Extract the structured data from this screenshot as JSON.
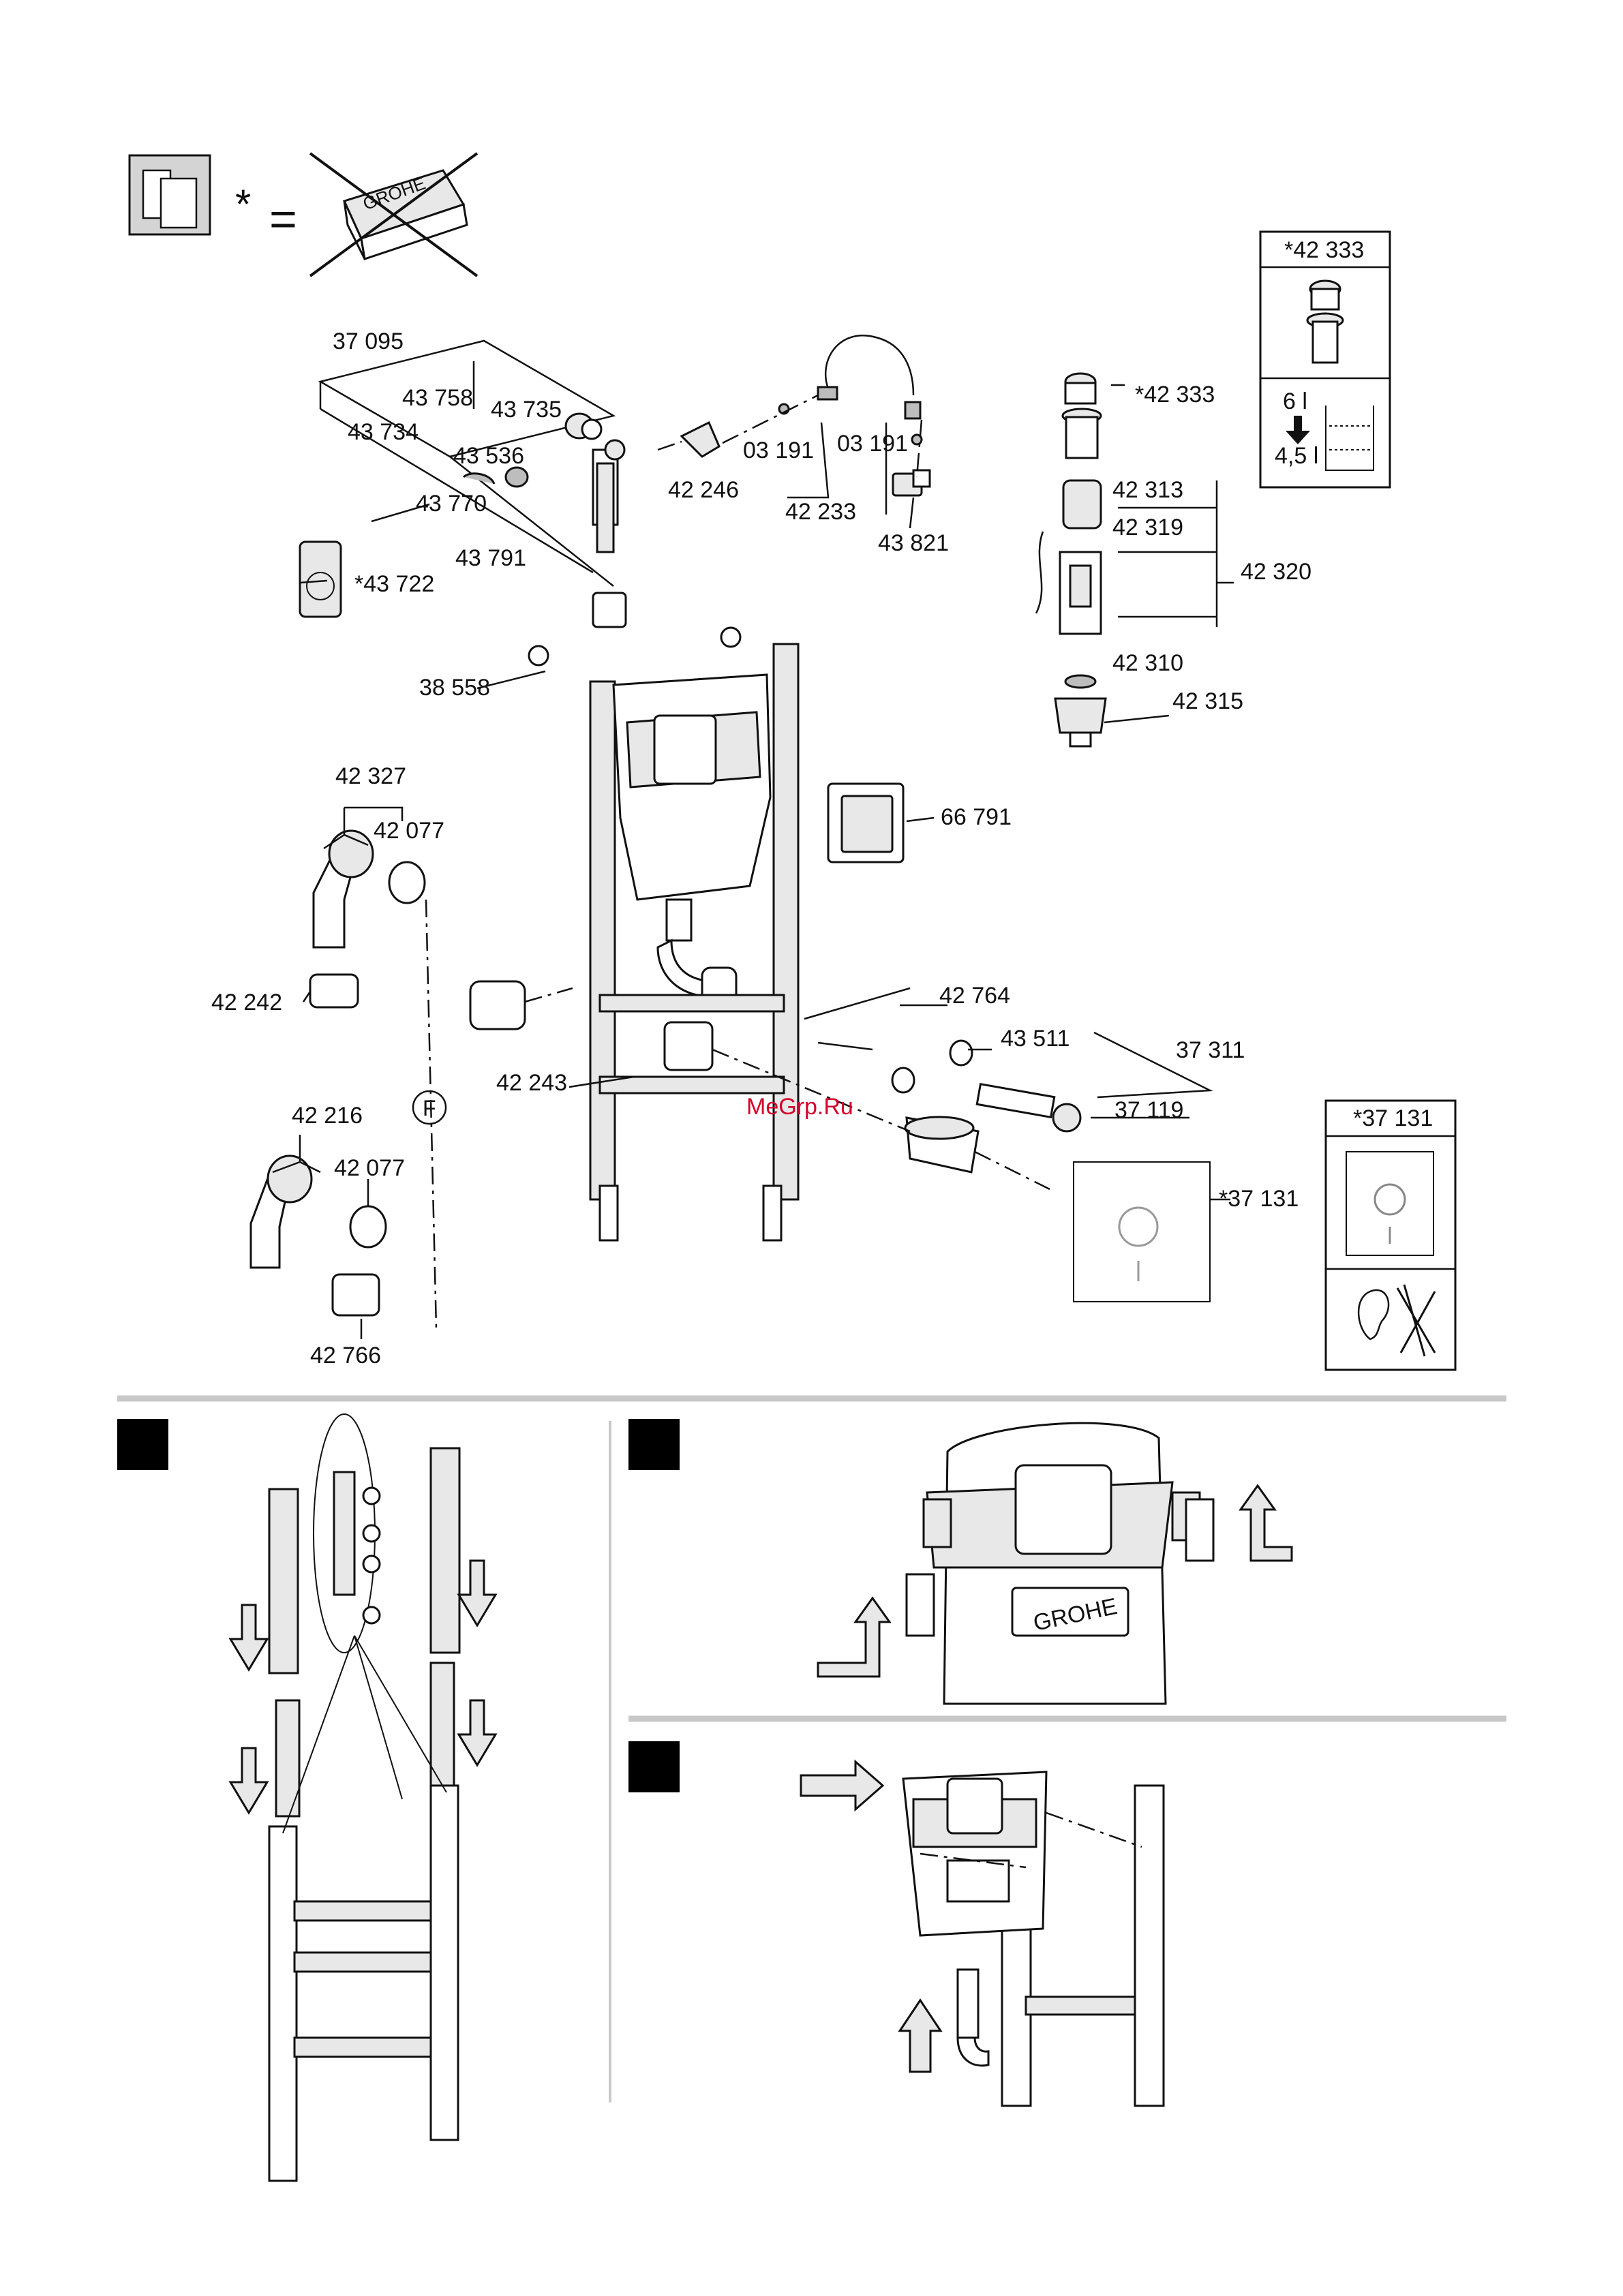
{
  "legend_note": {
    "star": "*",
    "equals": "=",
    "brand": "GROHE"
  },
  "parts": [
    "37 095",
    "43 758",
    "43 735",
    "43 734",
    "43 536",
    "43 770",
    "43 791",
    "*43 722",
    "42 246",
    "03 191",
    "03 191",
    "42 233",
    "43 821",
    "*42 333",
    "42 313",
    "42 319",
    "42 320",
    "42 310",
    "42 315",
    "38 558",
    "66 791",
    "42 327",
    "42 077",
    "42 242",
    "42 243",
    "42 764",
    "43 511",
    "37 311",
    "37 119",
    "*37 131",
    "42 216",
    "42 077",
    "42 766",
    "F"
  ],
  "inset_flush": {
    "part": "*42 333",
    "full": "6 l",
    "reduced": "4,5 l"
  },
  "inset_acoustic": {
    "part": "*37 131"
  },
  "watermark": "MeGrp.Ru",
  "brand_cistern": "GROHE",
  "colors": {
    "ink": "#111111",
    "separator": "#c8c8c8",
    "watermark": "#d6002a"
  }
}
